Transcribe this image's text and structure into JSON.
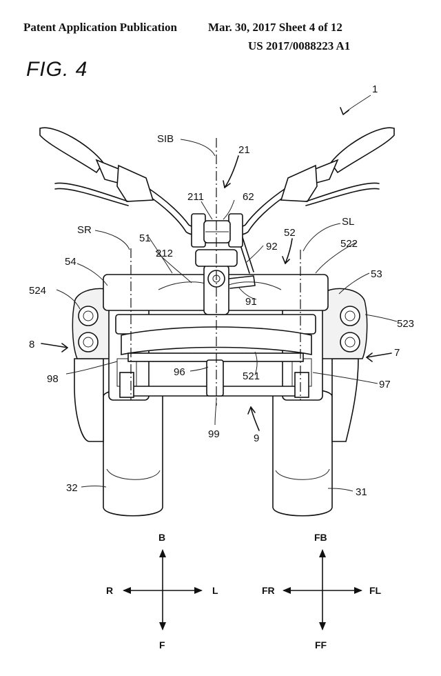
{
  "header": {
    "publication": "Patent Application Publication",
    "date_sheet": "Mar. 30, 2017  Sheet 4 of 12",
    "number": "US 2017/0088223 A1"
  },
  "figure": {
    "title": "FIG. 4",
    "ref_labels": {
      "vehicle": "1",
      "steering_axis": "SIB",
      "steering": "21",
      "handle_clamp": "211",
      "stem": "62",
      "right_axis": "SR",
      "left_axis": "SL",
      "cross_member_upper": "51",
      "cross_member_lower": "52",
      "upper_bracket": "212",
      "link": "92",
      "bracket_left": "522",
      "right_side_member": "54",
      "left_side_member": "53",
      "pivot_right": "524",
      "pivot_left": "523",
      "lever": "91",
      "right_frame": "8",
      "left_frame": "7",
      "lower_member": "521",
      "bracket_right_lower": "98",
      "bracket_left_lower": "97",
      "tie_rod_joint": "96",
      "tie_rod_center": "99",
      "tie_rod": "9",
      "right_wheel": "32",
      "left_wheel": "31"
    }
  },
  "axes": {
    "left_cross": {
      "up": "B",
      "down": "F",
      "left": "R",
      "right": "L"
    },
    "right_cross": {
      "up": "FB",
      "down": "FF",
      "left": "FR",
      "right": "FL"
    }
  }
}
